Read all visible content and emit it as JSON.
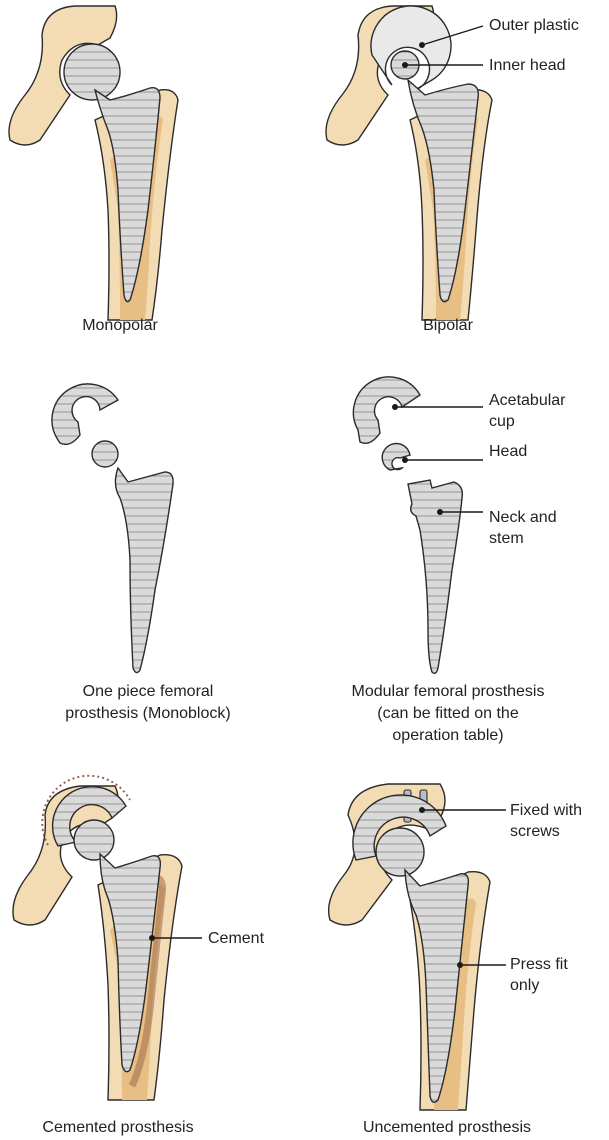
{
  "panels": {
    "monopolar": {
      "caption": "Monopolar"
    },
    "bipolar": {
      "caption": "Bipolar",
      "labels": [
        "Outer plastic",
        "Inner head"
      ]
    },
    "one_piece": {
      "caption_lines": [
        "One piece femoral",
        "prosthesis (Monoblock)"
      ]
    },
    "modular": {
      "caption_lines": [
        "Modular femoral prosthesis",
        "(can be fitted on the",
        "operation table)"
      ],
      "labels": {
        "cup": [
          "Acetabular",
          "cup"
        ],
        "head": "Head",
        "stem": [
          "Neck and",
          "stem"
        ]
      }
    },
    "cemented": {
      "caption": "Cemented prosthesis",
      "labels": {
        "cement": "Cement"
      }
    },
    "uncemented": {
      "caption": "Uncemented prosthesis",
      "labels": {
        "screws": [
          "Fixed with",
          "screws"
        ],
        "press": [
          "Press fit",
          "only"
        ]
      }
    }
  },
  "colors": {
    "bone": "#f3dcb4",
    "bone_cortex": "#e7bf85",
    "metal": "#d8d8d8",
    "cement": "#a0694a",
    "outline": "#2b2b2b"
  }
}
